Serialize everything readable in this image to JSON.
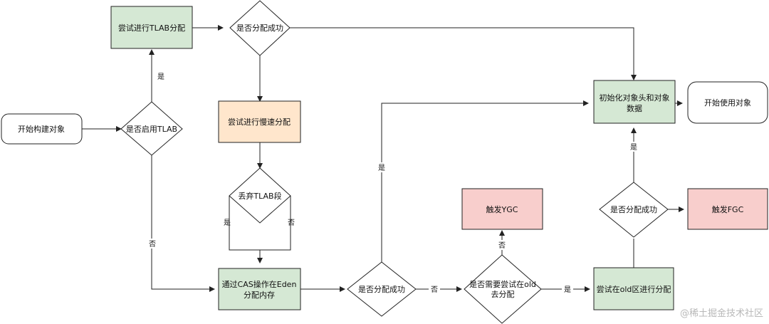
{
  "colors": {
    "green_fill": "#d5e8d4",
    "green_stroke": "#82b366",
    "orange_fill": "#ffe6cc",
    "orange_stroke": "#d79b00",
    "red_fill": "#f8cecc",
    "red_stroke": "#b85450",
    "white_fill": "#ffffff"
  },
  "nodes": {
    "start": "开始构建对象",
    "enable_tlab": "是否启用TLAB",
    "try_tlab": "尝试进行TLAB分配",
    "alloc_success_1": "是否分配成功",
    "slow_alloc": "尝试进行慢速分配",
    "discard_tlab": "丢弃TLAB段",
    "cas_line1": "通过CAS操作在Eden",
    "cas_line2": "分配内存",
    "alloc_success_2": "是否分配成功",
    "try_old_line1": "是否需要尝试在old",
    "try_old_line2": "去分配",
    "trigger_ygc": "触发YGC",
    "old_alloc": "尝试在old区进行分配",
    "alloc_success_3": "是否分配成功",
    "trigger_fgc": "触发FGC",
    "init_line1": "初始化对象头和对象",
    "init_line2": "数据",
    "use_object": "开始使用对象"
  },
  "edge_labels": {
    "yes": "是",
    "no": "否"
  },
  "watermark": "@稀土掘金技术社区"
}
